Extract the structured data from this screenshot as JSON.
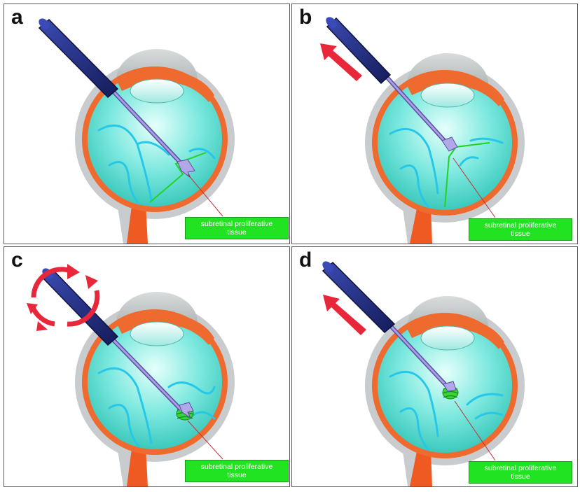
{
  "panels": [
    {
      "letter": "a",
      "tag_line1": "subretinal proliferative",
      "tag_line2": "tissue"
    },
    {
      "letter": "b",
      "tag_line1": "subretinal proliferative",
      "tag_line2": "tissue"
    },
    {
      "letter": "c",
      "tag_line1": "subretinal proliferative",
      "tag_line2": "tissue"
    },
    {
      "letter": "d",
      "tag_line1": "subretinal proliferative",
      "tag_line2": "tissue"
    }
  ],
  "icons": {
    "pull_arrow": "red-arrow-icon",
    "rotate_arrows": "rotation-arrows-icon"
  },
  "colors": {
    "vitreous": "#6ee6dc",
    "retina": "#ef6a2e",
    "handle": "#1e2a78",
    "shaft": "#9a8fd8",
    "tissue": "#22e322",
    "arrow": "#e8283a",
    "vessels": "#26c7e8"
  }
}
